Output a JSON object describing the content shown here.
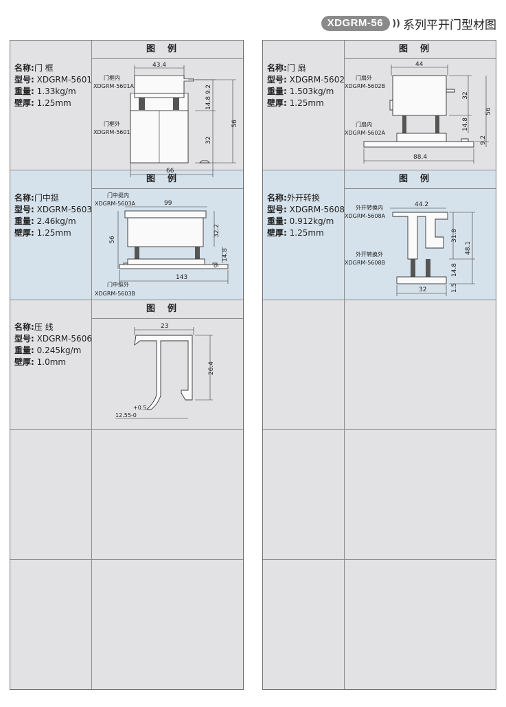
{
  "header": {
    "code_badge": "XDGRM-56",
    "chevrons": "))",
    "series_title": "系列平开门型材图"
  },
  "labels": {
    "name": "名称:",
    "model": "型号:",
    "weight": "重量:",
    "wall": "壁厚:",
    "figure": "图例"
  },
  "items": [
    {
      "name": "门 框",
      "model": "XDGRM-5601",
      "weight": "1.33kg/m",
      "wall": "1.25mm",
      "parts": [
        "门框内",
        "XDGRM-5601A",
        "门框外",
        "XDGRM-5601B"
      ],
      "dims": [
        "43.4",
        "9.2",
        "14.8",
        "56",
        "32",
        "66"
      ]
    },
    {
      "name": "门中挺",
      "model": "XDGRM-5603",
      "weight": "2.46kg/m",
      "wall": "1.25mm",
      "parts": [
        "门中挺内",
        "XDGRM-5603A",
        "门中挺外",
        "XDGRM-5603B"
      ],
      "dims": [
        "99",
        "56",
        "32.2",
        "14.8",
        "9",
        "143"
      ]
    },
    {
      "name": "压 线",
      "model": "XDGRM-5606",
      "weight": "0.245kg/m",
      "wall": "1.0mm",
      "dims": [
        "23",
        "26.4",
        "+0.5",
        "12.55-0"
      ]
    },
    {
      "name": "门 扇",
      "model": "XDGRM-5602",
      "weight": "1.503kg/m",
      "wall": "1.25mm",
      "parts": [
        "门扇外",
        "XDGRM-5602B",
        "门扇内",
        "XDGRM-5602A"
      ],
      "dims": [
        "44",
        "32",
        "56",
        "14.8",
        "9.2",
        "88.4"
      ]
    },
    {
      "name": "外开转换",
      "model": "XDGRM-5608",
      "weight": "0.912kg/m",
      "wall": "1.25mm",
      "parts": [
        "外开转换内",
        "XDGRM-5608A",
        "外开转换外",
        "XDGRM-5608B"
      ],
      "dims": [
        "44.2",
        "31.8",
        "48.1",
        "14.8",
        "1.5",
        "32"
      ]
    }
  ]
}
